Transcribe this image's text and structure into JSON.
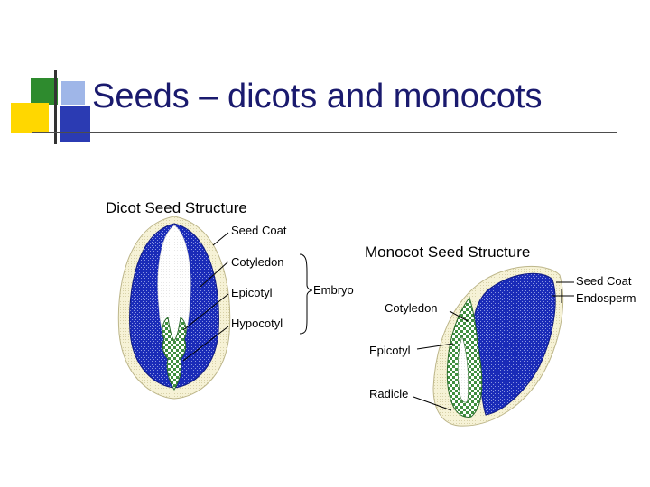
{
  "slide": {
    "title": "Seeds – dicots and  monocots"
  },
  "dicot": {
    "heading": "Dicot Seed Structure",
    "labels": {
      "seed_coat": "Seed Coat",
      "cotyledon": "Cotyledon",
      "epicotyl": "Epicotyl",
      "hypocotyl": "Hypocotyl",
      "embryo": "Embryo"
    }
  },
  "monocot": {
    "heading": "Monocot Seed Structure",
    "labels": {
      "seed_coat": "Seed Coat",
      "endosperm": "Endosperm",
      "cotyledon": "Cotyledon",
      "epicotyl": "Epicotyl",
      "radicle": "Radicle"
    }
  },
  "colors": {
    "title": "#1a1a6e",
    "cotyledon_blue": "#1a2bb8",
    "embryo_green": "#3f8f3f",
    "seed_coat_cream": "#f3efc8",
    "deco_green": "#2e8b2e",
    "deco_yellow": "#ffd700",
    "deco_blue": "#2b3bb3"
  }
}
